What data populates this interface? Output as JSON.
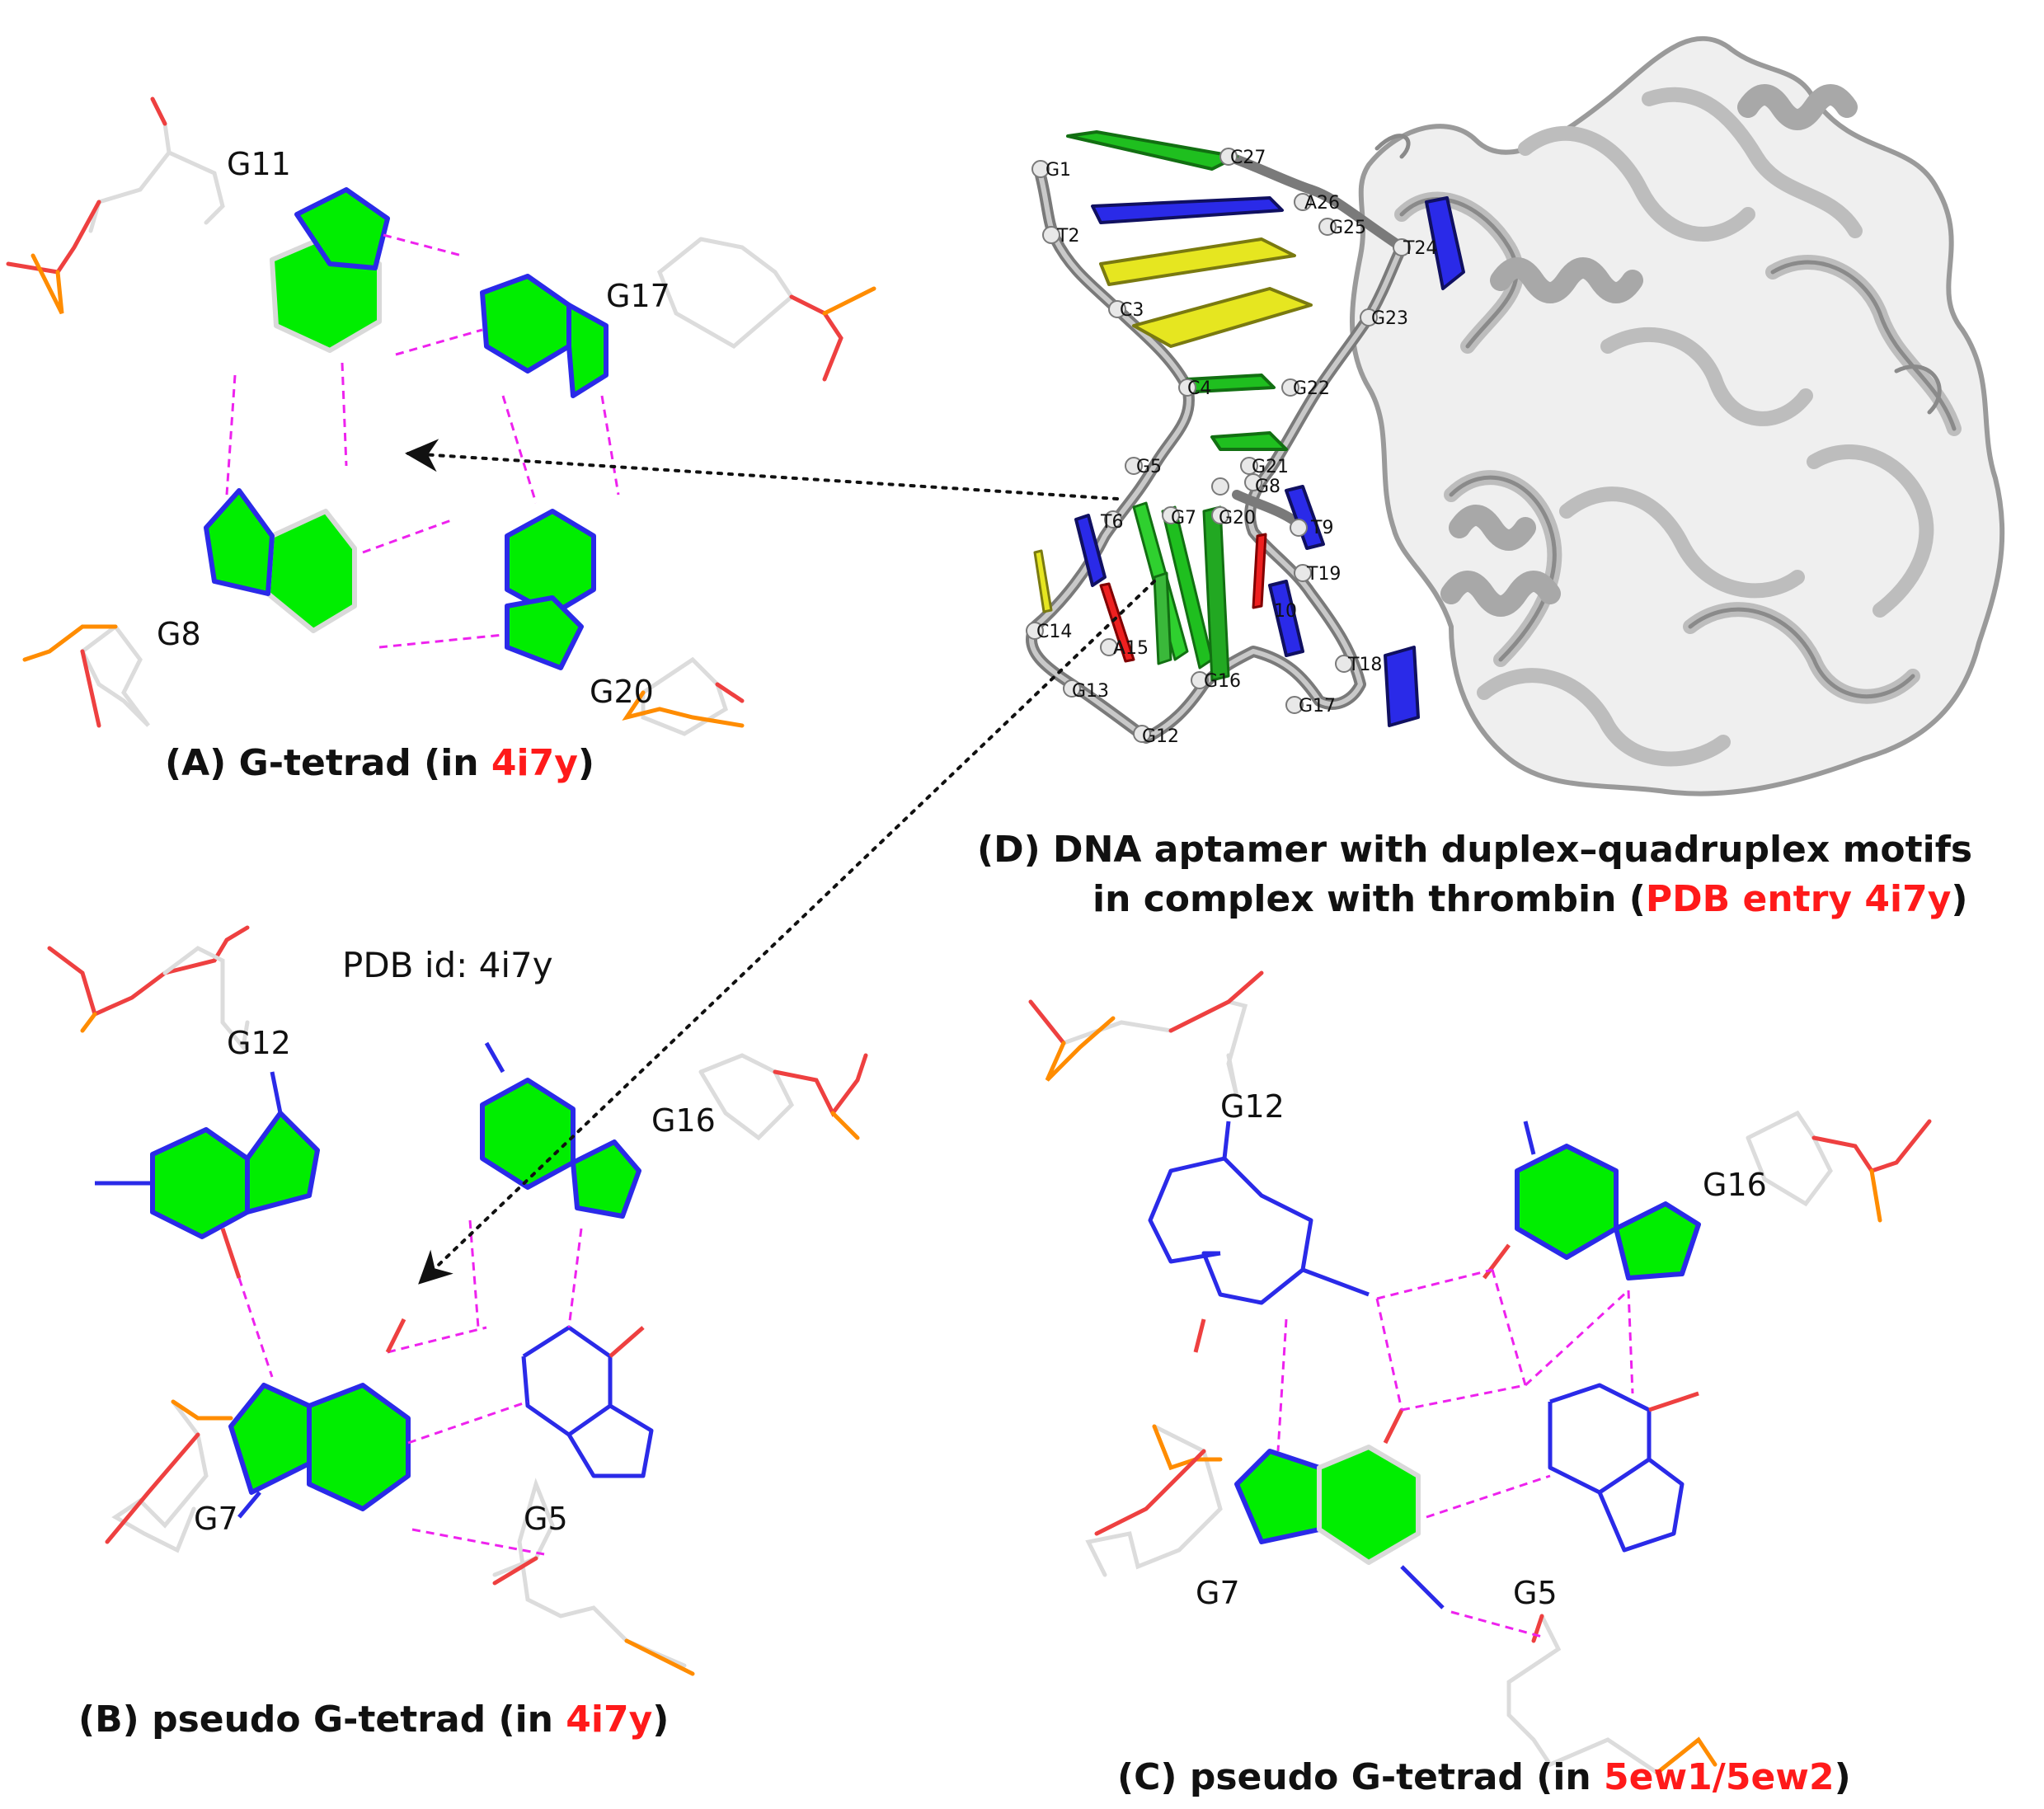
{
  "panels": {
    "a": {
      "caption_pre": "(A) G-tetrad (in ",
      "caption_hl": "4i7y",
      "caption_post": ")",
      "residues": [
        "G11",
        "G17",
        "G8",
        "G20"
      ]
    },
    "b": {
      "caption_pre": "(B) pseudo G-tetrad (in ",
      "caption_hl": "4i7y",
      "caption_post": ")",
      "pdb_label": "PDB id: 4i7y",
      "residues": [
        "G12",
        "G16",
        "G7",
        "G5"
      ]
    },
    "c": {
      "caption_pre": "(C) pseudo G-tetrad (in ",
      "caption_hl": "5ew1/5ew2",
      "caption_post": ")",
      "residues": [
        "G12",
        "G16",
        "G7",
        "G5"
      ]
    },
    "d": {
      "caption_line1": "(D) DNA aptamer with duplex–quadruplex motifs",
      "caption_line2_pre": "in complex with thrombin (",
      "caption_line2_hl": "PDB entry 4i7y",
      "caption_line2_post": ")",
      "residues": [
        "G1",
        "T2",
        "C3",
        "C4",
        "G5",
        "T6",
        "G7",
        "G8",
        "T9",
        "G20",
        "T19",
        "C14",
        "A15",
        "G16",
        "G13",
        "G12",
        "G17",
        "T18",
        "G21",
        "G22",
        "G23",
        "T24",
        "G25",
        "A26",
        "C27",
        "10"
      ]
    }
  },
  "colors": {
    "ring_fill": "#00ee00",
    "nitrogen": "#2a2ae8",
    "oxygen": "#ee4040",
    "phosphorus": "#ff8c00",
    "carbon": "#d9d9d9",
    "hbond": "#ee22ee",
    "highlight": "#ff1a1a",
    "protein": "#c8c8c8"
  }
}
